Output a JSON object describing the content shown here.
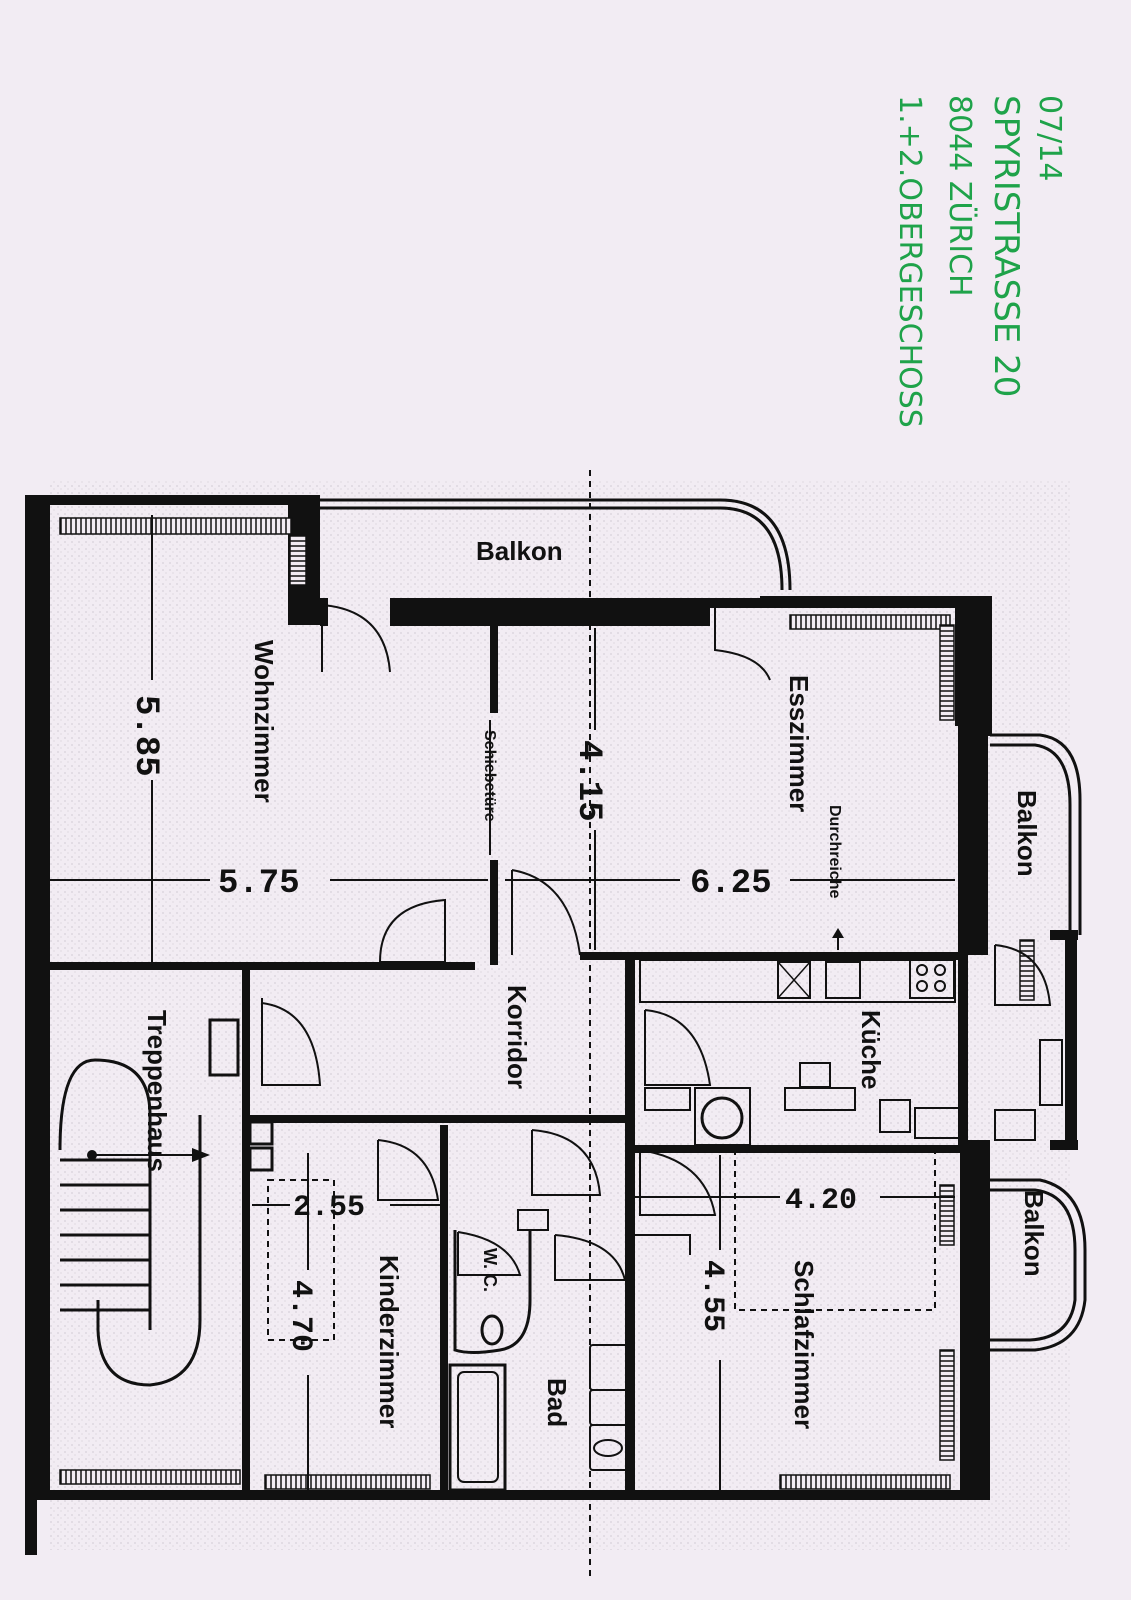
{
  "header_note": {
    "line1": "07/14",
    "line2": "SPYRISTRASSE 20",
    "line3": "8044 ZÜRICH",
    "line4": "1.+2.OBERGESCHOSS"
  },
  "rooms": {
    "balkon_top": "Balkon",
    "balkon_right_1": "Balkon",
    "balkon_right_2": "Balkon",
    "wohnzimmer": "Wohnzimmer",
    "esszimmer": "Esszimmer",
    "schiebetuere": "Schiebetüre",
    "durchreiche": "Durchreiche",
    "treppenhaus": "Treppenhaus",
    "korridor": "Korridor",
    "kueche": "Küche",
    "kinderzimmer": "Kinderzimmer",
    "wc": "W. C.",
    "bad": "Bad",
    "schlafzimmer": "Schlafzimmer"
  },
  "dimensions": {
    "wohn_depth": "5.85",
    "wohn_width": "5.75",
    "ess_depth": "4.15",
    "ess_width": "6.25",
    "kinder_width": "2.55",
    "kinder_depth": "4.70",
    "schlaf_width": "4.20",
    "schlaf_depth": "4.55"
  },
  "colors": {
    "paper": "#f2ecf3",
    "ink": "#111111",
    "handwriting": "#1fa34a"
  }
}
